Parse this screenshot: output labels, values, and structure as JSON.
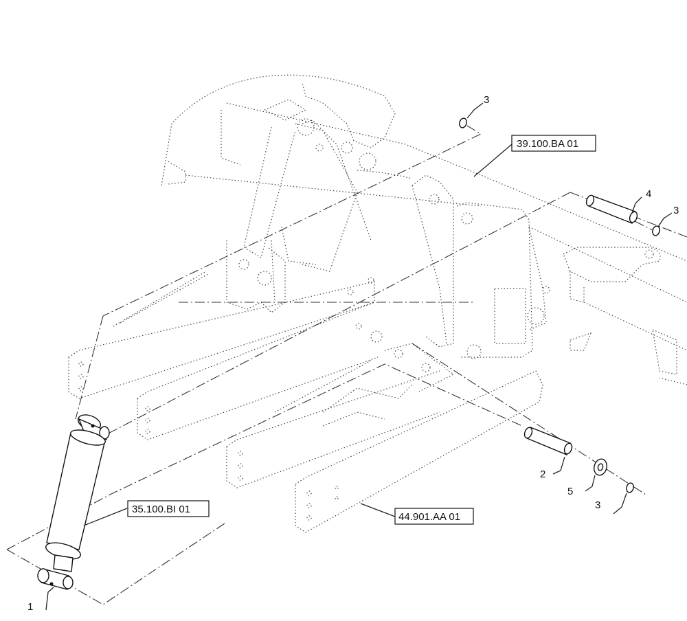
{
  "diagram": {
    "callouts": [
      {
        "id": "c1",
        "label": "1"
      },
      {
        "id": "c2",
        "label": "2"
      },
      {
        "id": "c3a",
        "label": "3"
      },
      {
        "id": "c3b",
        "label": "3"
      },
      {
        "id": "c3c",
        "label": "3"
      },
      {
        "id": "c4",
        "label": "4"
      },
      {
        "id": "c5",
        "label": "5"
      }
    ],
    "references": [
      {
        "id": "r1",
        "label": "39.100.BA 01"
      },
      {
        "id": "r2",
        "label": "35.100.BI 01"
      },
      {
        "id": "r3",
        "label": "44.901.AA 01"
      }
    ]
  }
}
